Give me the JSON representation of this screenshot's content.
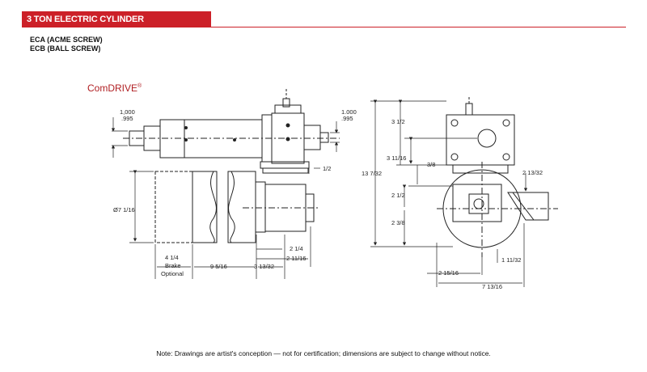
{
  "header": {
    "title": "3 TON ELECTRIC CYLINDER",
    "subtitle_lines": [
      "ECA (ACME SCREW)",
      "ECB (BALL SCREW)"
    ]
  },
  "brand": {
    "name": "ComDRIVE",
    "mark": "®"
  },
  "side_view": {
    "dims": {
      "rod_left_top": "1,000",
      "rod_left_bottom": ".995",
      "rod_right_top": "1.000",
      "rod_right_bottom": ".995",
      "gap": "1/2",
      "diameter": "Ø7 1/16",
      "brake_len": "4 1/4",
      "brake_word": "Brake",
      "optional_word": "Optional",
      "motor_len": "9 5/16",
      "gear_len": "3 13/32",
      "d_2_1_4": "2 1/4",
      "d_2_11_16": "2 11/16"
    }
  },
  "end_view": {
    "dims": {
      "h_3_1_2": "3 1/2",
      "h_3_11_16": "3 11/16",
      "h_3_8": "3/8",
      "h_13_7_32": "13 7/32",
      "h_2_1_2": "2 1/2",
      "h_2_3_8": "2 3/8",
      "w_2_13_32": "2 13/32",
      "w_1_11_32": "1 11/32",
      "w_2_15_16": "2 15/16",
      "w_7_13_16": "7 13/16"
    }
  },
  "footnote": "Note: Drawings are artist's conception — not for certification; dimensions are subject to change without notice.",
  "colors": {
    "accent": "#cc2028",
    "brand": "#b01e22",
    "line": "#222222"
  }
}
